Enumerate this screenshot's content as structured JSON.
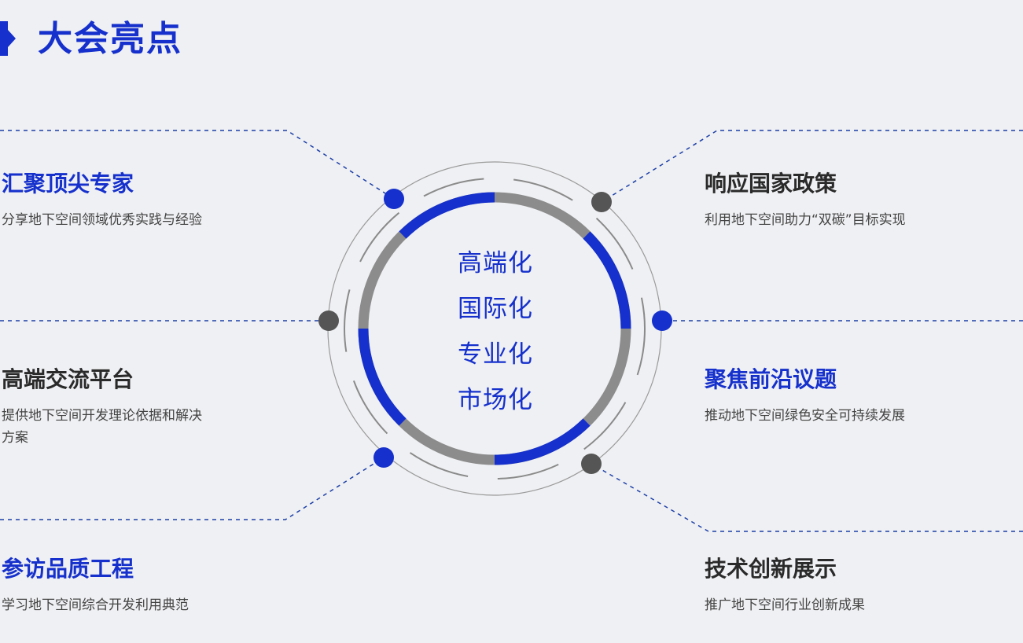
{
  "page_title": "大会亮点",
  "center_words": [
    "高端化",
    "国际化",
    "专业化",
    "市场化"
  ],
  "features": [
    {
      "title": "汇聚顶尖专家",
      "desc": "分享地下空间领域优秀实践与经验",
      "color": "#1530cc"
    },
    {
      "title": "高端交流平台",
      "desc": "提供地下空间开发理论依据和解决方案",
      "color": "#2a2a2a"
    },
    {
      "title": "参访品质工程",
      "desc": "学习地下空间综合开发利用典范",
      "color": "#1530cc"
    },
    {
      "title": "响应国家政策",
      "desc": "利用地下空间助力“双碳”目标实现",
      "color": "#2a2a2a"
    },
    {
      "title": "聚焦前沿议题",
      "desc": "推动地下空间绿色安全可持续发展",
      "color": "#1530cc"
    },
    {
      "title": "技术创新展示",
      "desc": "推广地下空间行业创新成果",
      "color": "#2a2a2a"
    }
  ],
  "colors": {
    "accent": "#1530cc",
    "dark": "#555555",
    "ring_gray": "#8c8c8c",
    "background": "#eff0f3"
  }
}
